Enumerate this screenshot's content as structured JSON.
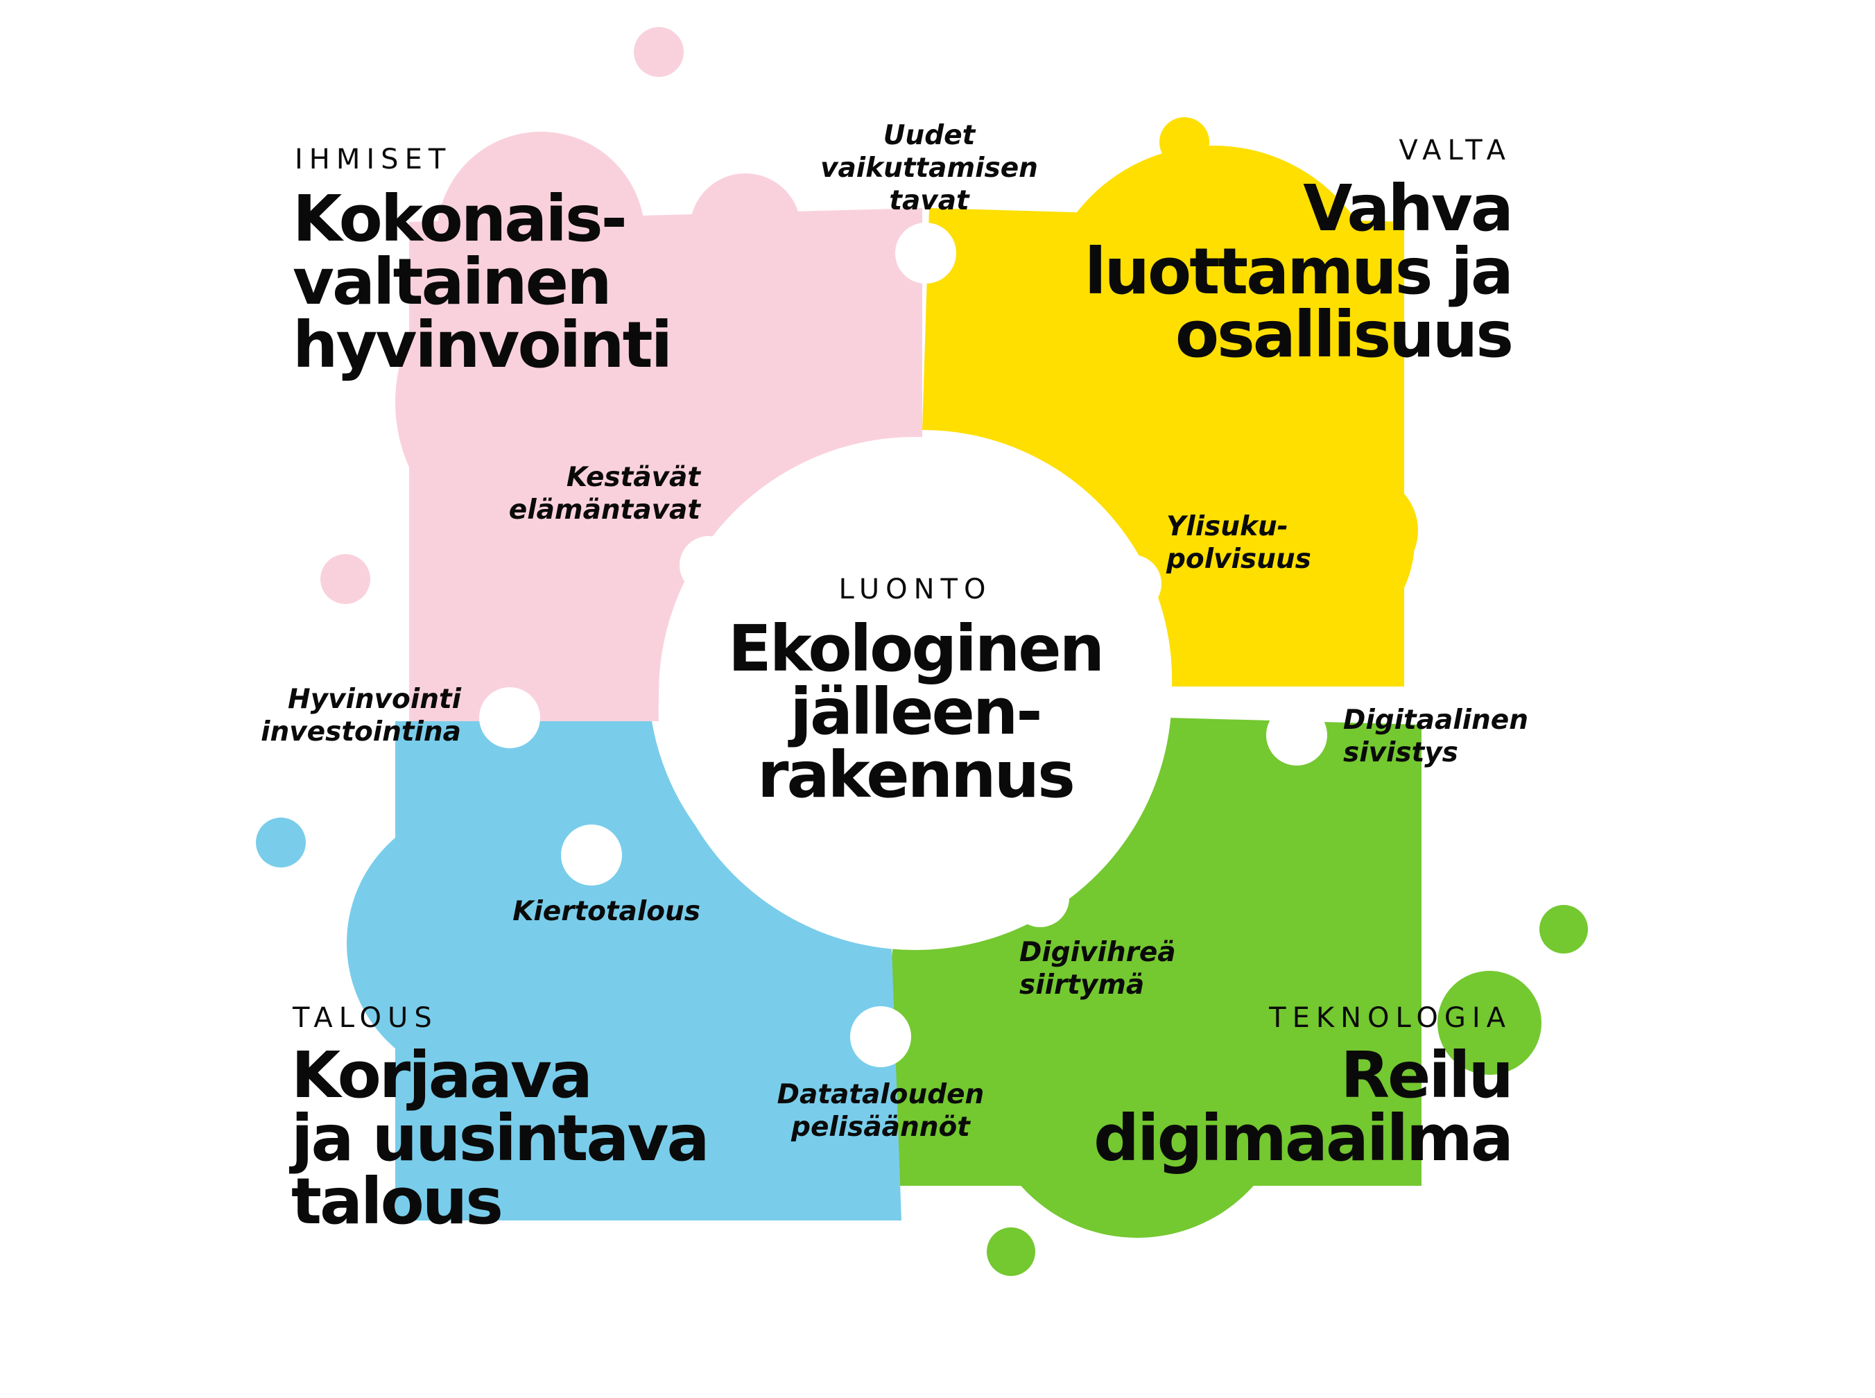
{
  "colors": {
    "pink": "#f9d1dc",
    "yellow": "#fedf00",
    "green": "#74c830",
    "blue": "#79cdea",
    "text": "#0a0a0a",
    "background": "#ffffff"
  },
  "center": {
    "eyebrow": "LUONTO",
    "headline": "Ekologinen\njälleen-\nrakennus"
  },
  "quadrants": {
    "ihmiset": {
      "eyebrow": "IHMISET",
      "headline": "Kokonais-\nvaltainen\nhyvinvointi",
      "color": "pink"
    },
    "valta": {
      "eyebrow": "VALTA",
      "headline": "Vahva\nluottamus ja\nosallisuus",
      "color": "yellow"
    },
    "talous": {
      "eyebrow": "TALOUS",
      "headline": "Korjaava\nja uusintava\ntalous",
      "color": "blue"
    },
    "teknologia": {
      "eyebrow": "TEKNOLOGIA",
      "headline": "Reilu\ndigimaailma",
      "color": "green"
    }
  },
  "themes": {
    "uudet_vaikuttamisen_tavat": "Uudet\nvaikuttamisen\ntavat",
    "kestavat_elamantavat": "Kestävät\nelämäntavat",
    "ylisukupolvisuus": "Ylisuku-\npolvisuus",
    "hyvinvointi_investointina": "Hyvinvointi\ninvestointina",
    "digitaalinen_sivistys": "Digitaalinen\nsivistys",
    "kiertotalous": "Kiertotalous",
    "digivihrea_siirtyma": "Digivihreä\nsiirtymä",
    "datatalouden_pelisaannot": "Datatalouden\npelisäännöt"
  }
}
